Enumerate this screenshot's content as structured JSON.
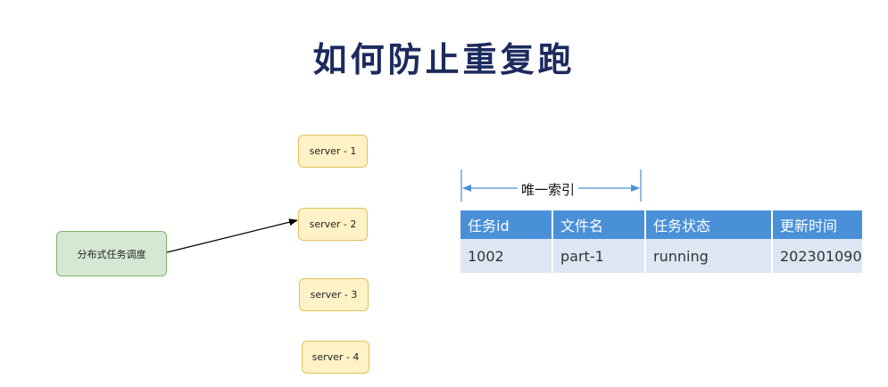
{
  "title": "如何防止重复跑",
  "scheduler": {
    "label": "分布式任务调度"
  },
  "servers": [
    {
      "label": "server - 1"
    },
    {
      "label": "server - 2"
    },
    {
      "label": "server - 3"
    },
    {
      "label": "server - 4"
    }
  ],
  "unique_index": {
    "label": "唯一索引"
  },
  "table": {
    "headers": [
      "任务id",
      "文件名",
      "任务状态",
      "更新时间"
    ],
    "rows": [
      [
        "1002",
        "part-1",
        "running",
        "202301090"
      ]
    ]
  },
  "colors": {
    "title": "#1c2a5e",
    "server_fill": "#fff2c6",
    "server_border": "#e0c25a",
    "scheduler_fill": "#d5e8d4",
    "scheduler_border": "#82b366",
    "table_header": "#4a90d9",
    "table_row": "#dde7f3",
    "index_arrow": "#4a8fd6"
  }
}
